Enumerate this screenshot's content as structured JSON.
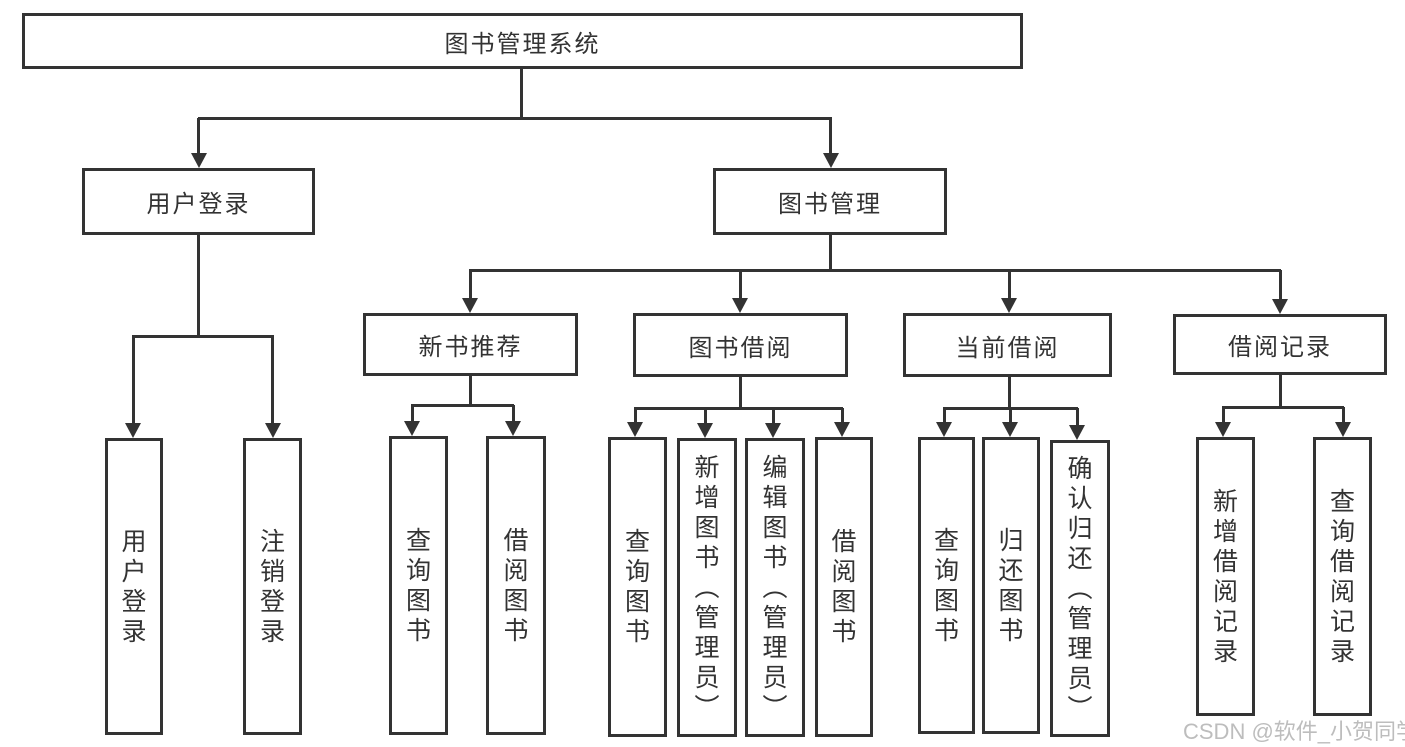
{
  "diagram": {
    "title": "图书管理系统",
    "watermark": "CSDN @软件_小贺同学",
    "colors": {
      "line": "#333333",
      "box_background": "#ffffff",
      "text": "#333333",
      "watermark": "#bdbdbd"
    },
    "nodes": {
      "root": {
        "label": "图书管理系统"
      },
      "user_login": {
        "label": "用户登录"
      },
      "book_mgmt": {
        "label": "图书管理"
      },
      "new_book_rec": {
        "label": "新书推荐"
      },
      "book_borrow": {
        "label": "图书借阅"
      },
      "current_borrow": {
        "label": "当前借阅"
      },
      "borrow_records": {
        "label": "借阅记录"
      },
      "leaf_user_login": {
        "label": "用户登录"
      },
      "leaf_logout": {
        "label": "注销登录"
      },
      "leaf_query_books_nbr": {
        "label": "查询图书"
      },
      "leaf_borrow_books_nbr": {
        "label": "借阅图书"
      },
      "leaf_query_books_bb": {
        "label": "查询图书"
      },
      "leaf_add_books": {
        "label": "新增图书（管理员）"
      },
      "leaf_edit_books": {
        "label": "编辑图书（管理员）"
      },
      "leaf_borrow_books_bb": {
        "label": "借阅图书"
      },
      "leaf_query_books_cb": {
        "label": "查询图书"
      },
      "leaf_return_books": {
        "label": "归还图书"
      },
      "leaf_confirm_return": {
        "label": "确认归还（管理员）"
      },
      "leaf_add_record": {
        "label": "新增借阅记录"
      },
      "leaf_query_record": {
        "label": "查询借阅记录"
      }
    },
    "edges": [
      "图书管理系统 -> 用户登录",
      "图书管理系统 -> 图书管理",
      "用户登录 -> 用户登录(叶)",
      "用户登录 -> 注销登录",
      "图书管理 -> 新书推荐",
      "图书管理 -> 图书借阅",
      "图书管理 -> 当前借阅",
      "图书管理 -> 借阅记录",
      "新书推荐 -> 查询图书",
      "新书推荐 -> 借阅图书",
      "图书借阅 -> 查询图书",
      "图书借阅 -> 新增图书（管理员）",
      "图书借阅 -> 编辑图书（管理员）",
      "图书借阅 -> 借阅图书",
      "当前借阅 -> 查询图书",
      "当前借阅 -> 归还图书",
      "当前借阅 -> 确认归还（管理员）",
      "借阅记录 -> 新增借阅记录",
      "借阅记录 -> 查询借阅记录"
    ]
  }
}
